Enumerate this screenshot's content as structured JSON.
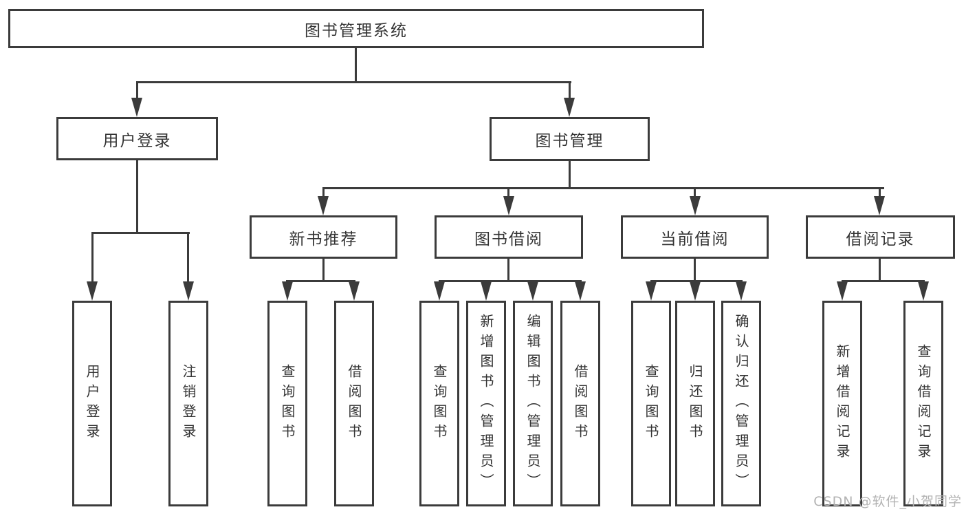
{
  "colors": {
    "line": "#3b3b3b",
    "text": "#333333",
    "watermark": "#b3b3b3",
    "background": "#ffffff"
  },
  "diagram": {
    "root": "图书管理系统",
    "level2": {
      "user_login": "用户登录",
      "book_management": "图书管理"
    },
    "level3": {
      "new_book_recommend": "新书推荐",
      "book_borrow": "图书借阅",
      "current_borrow": "当前借阅",
      "borrow_records": "借阅记录"
    },
    "leaves": {
      "user_login_group": [
        "用户登录",
        "注销登录"
      ],
      "new_book_group": [
        "查询图书",
        "借阅图书"
      ],
      "book_borrow_group": [
        "查询图书",
        "新增图书（管理员）",
        "编辑图书（管理员）",
        "借阅图书"
      ],
      "current_borrow_group": [
        "查询图书",
        "归还图书",
        "确认归还（管理员）"
      ],
      "borrow_record_group": [
        "新增借阅记录",
        "查询借阅记录"
      ]
    }
  },
  "watermark": "CSDN @软件_小贺同学"
}
